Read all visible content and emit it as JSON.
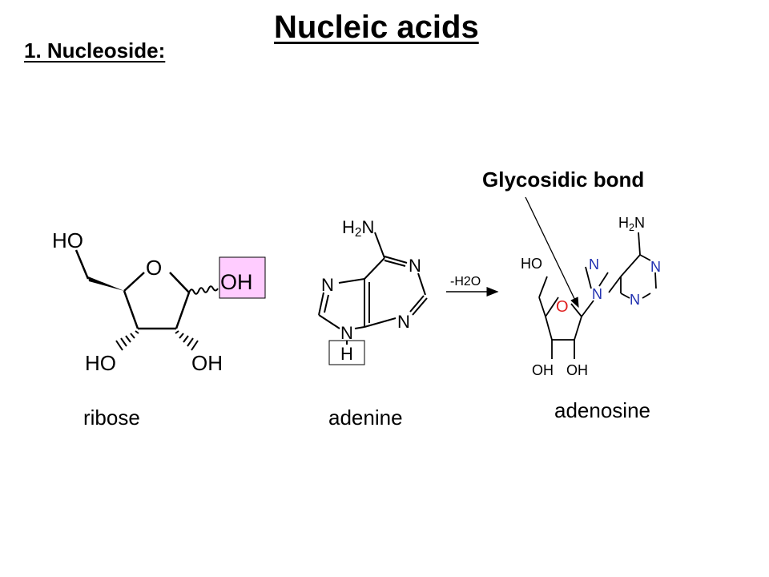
{
  "title": "Nucleic acids",
  "subtitle": "1. Nucleoside:",
  "bond_label": "Glycosidic bond",
  "reaction_label": "-H2O",
  "molecules": {
    "ribose": {
      "name": "ribose",
      "atoms": {
        "ho_top": "HO",
        "o_ring": "O",
        "oh_anomeric": "OH",
        "ho_left": "HO",
        "oh_right": "OH"
      }
    },
    "adenine": {
      "name": "adenine",
      "atoms": {
        "h2n": "H2N",
        "n1": "N",
        "n3": "N",
        "n7": "N",
        "n9": "N",
        "h_removed": "H"
      }
    },
    "adenosine": {
      "name": "adenosine",
      "atoms": {
        "h2n": "H2N",
        "ho": "HO",
        "o_ring": "O",
        "n7": "N",
        "n9": "N",
        "n1": "N",
        "n3": "N",
        "oh_left": "OH",
        "oh_right": "OH"
      }
    }
  },
  "colors": {
    "highlight_fill": "#ffccff",
    "ring_atom": "#e02020",
    "nitrogen": "#1f2fb0",
    "bond": "#000000"
  }
}
